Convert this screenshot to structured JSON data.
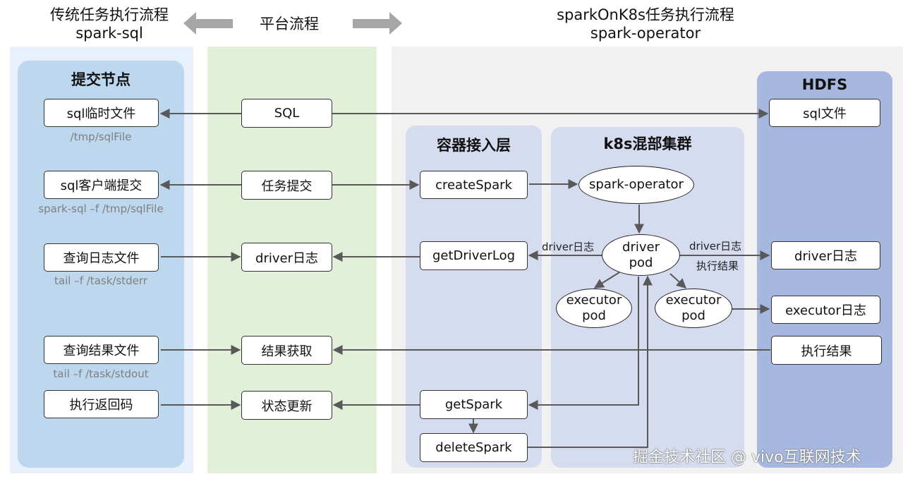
{
  "headers": {
    "left_title": "传统任务执行流程",
    "left_subtitle": "spark-sql",
    "center_title": "平台流程",
    "right_title": "sparkOnK8s任务执行流程",
    "right_subtitle": "spark-operator"
  },
  "panels": {
    "submit_node": "提交节点",
    "container_layer": "容器接入层",
    "k8s_cluster": "k8s混部集群",
    "hdfs": "HDFS"
  },
  "left_boxes": {
    "sql_temp_file": "sql临时文件",
    "sql_temp_file_sub": "/tmp/sqlFile",
    "sql_client_submit": "sql客户端提交",
    "sql_client_submit_sub": "spark-sql –f /tmp/sqlFile",
    "query_log_file": "查询日志文件",
    "query_log_file_sub": "tail –f /task/stderr",
    "query_result_file": "查询结果文件",
    "query_result_file_sub": "tail –f /task/stdout",
    "exec_return_code": "执行返回码"
  },
  "platform_boxes": {
    "sql": "SQL",
    "task_submit": "任务提交",
    "driver_log": "driver日志",
    "result_fetch": "结果获取",
    "status_update": "状态更新"
  },
  "container_boxes": {
    "create_spark": "createSpark",
    "get_driver_log": "getDriverLog",
    "get_spark": "getSpark",
    "delete_spark": "deleteSpark"
  },
  "k8s_nodes": {
    "spark_operator": "spark-operator",
    "driver_pod_line1": "driver",
    "driver_pod_line2": "pod",
    "executor_pod_a_line1": "executor",
    "executor_pod_a_line2": "pod",
    "executor_pod_b_line1": "executor",
    "executor_pod_b_line2": "pod"
  },
  "hdfs_boxes": {
    "sql_file": "sql文件",
    "driver_log": "driver日志",
    "executor_log": "executor日志",
    "exec_result": "执行结果"
  },
  "edge_labels": {
    "driver_log_left": "driver日志",
    "driver_log_right": "driver日志",
    "exec_result_right": "执行结果"
  },
  "watermark": "掘金技术社区 @ vivo互联网技术",
  "colors": {
    "left_bg": "#e8f1fb",
    "left_panel": "#bdd7ee",
    "center_bg": "#e2efd9",
    "right_bg": "#f1f1f1",
    "container_panel": "#d6dcef",
    "hdfs_panel": "#a6b8df",
    "arrow": "#595959",
    "header_arrow": "#a6a6a6"
  }
}
